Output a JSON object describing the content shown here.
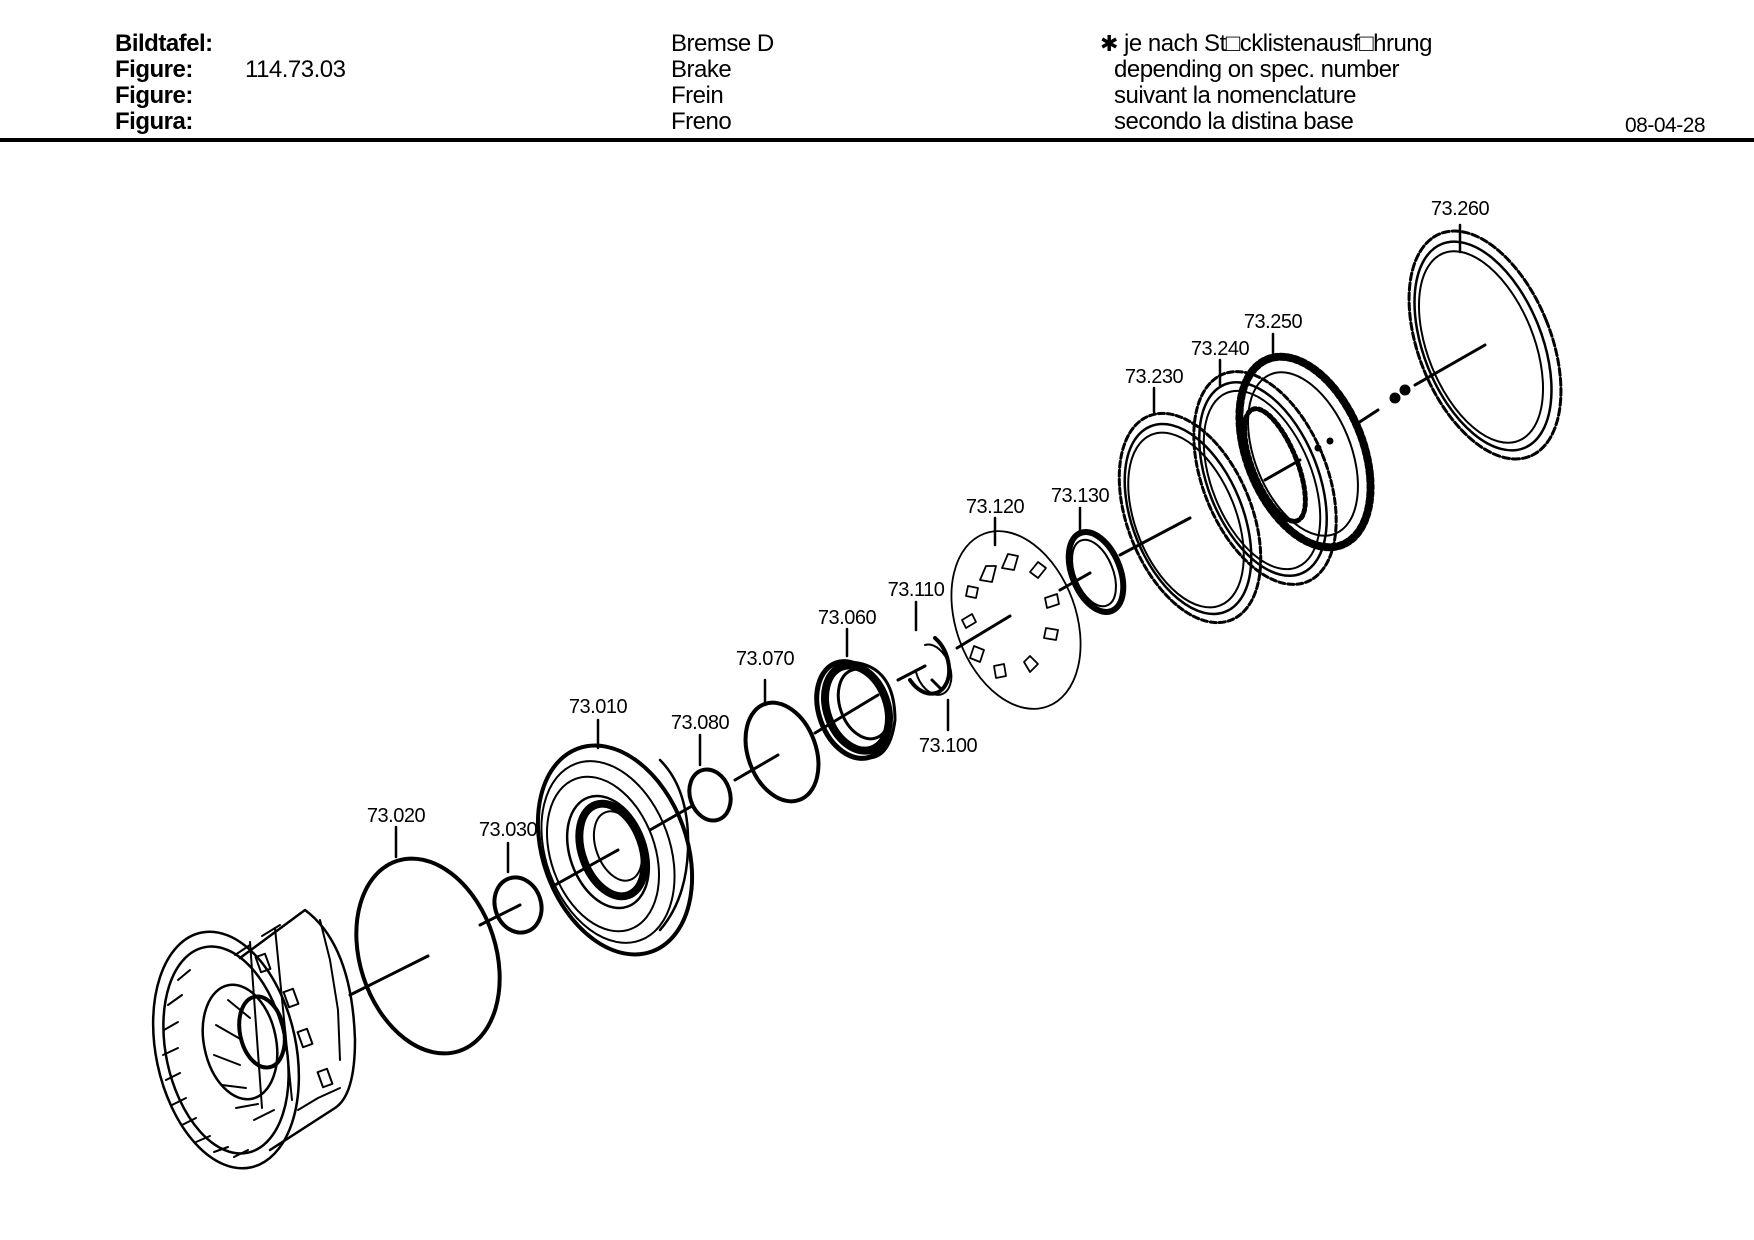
{
  "header": {
    "labels": [
      "Bildtafel:",
      "Figure:",
      "Figure:",
      "Figura:"
    ],
    "figure_number": "114.73.03",
    "titles": [
      "Bremse D",
      "Brake",
      "Frein",
      "Freno"
    ],
    "note_star": "✱",
    "notes": [
      "je nach St□cklistenausf□hrung",
      "depending on spec. number",
      "suivant la nomenclature",
      "secondo la distina base"
    ],
    "date": "08-04-28"
  },
  "callouts": {
    "p73020": "73.020",
    "p73030": "73.030",
    "p73010": "73.010",
    "p73080": "73.080",
    "p73070": "73.070",
    "p73060": "73.060",
    "p73110": "73.110",
    "p73100": "73.100",
    "p73120": "73.120",
    "p73130": "73.130",
    "p73230": "73.230",
    "p73240": "73.240",
    "p73250": "73.250",
    "p73260": "73.260"
  }
}
